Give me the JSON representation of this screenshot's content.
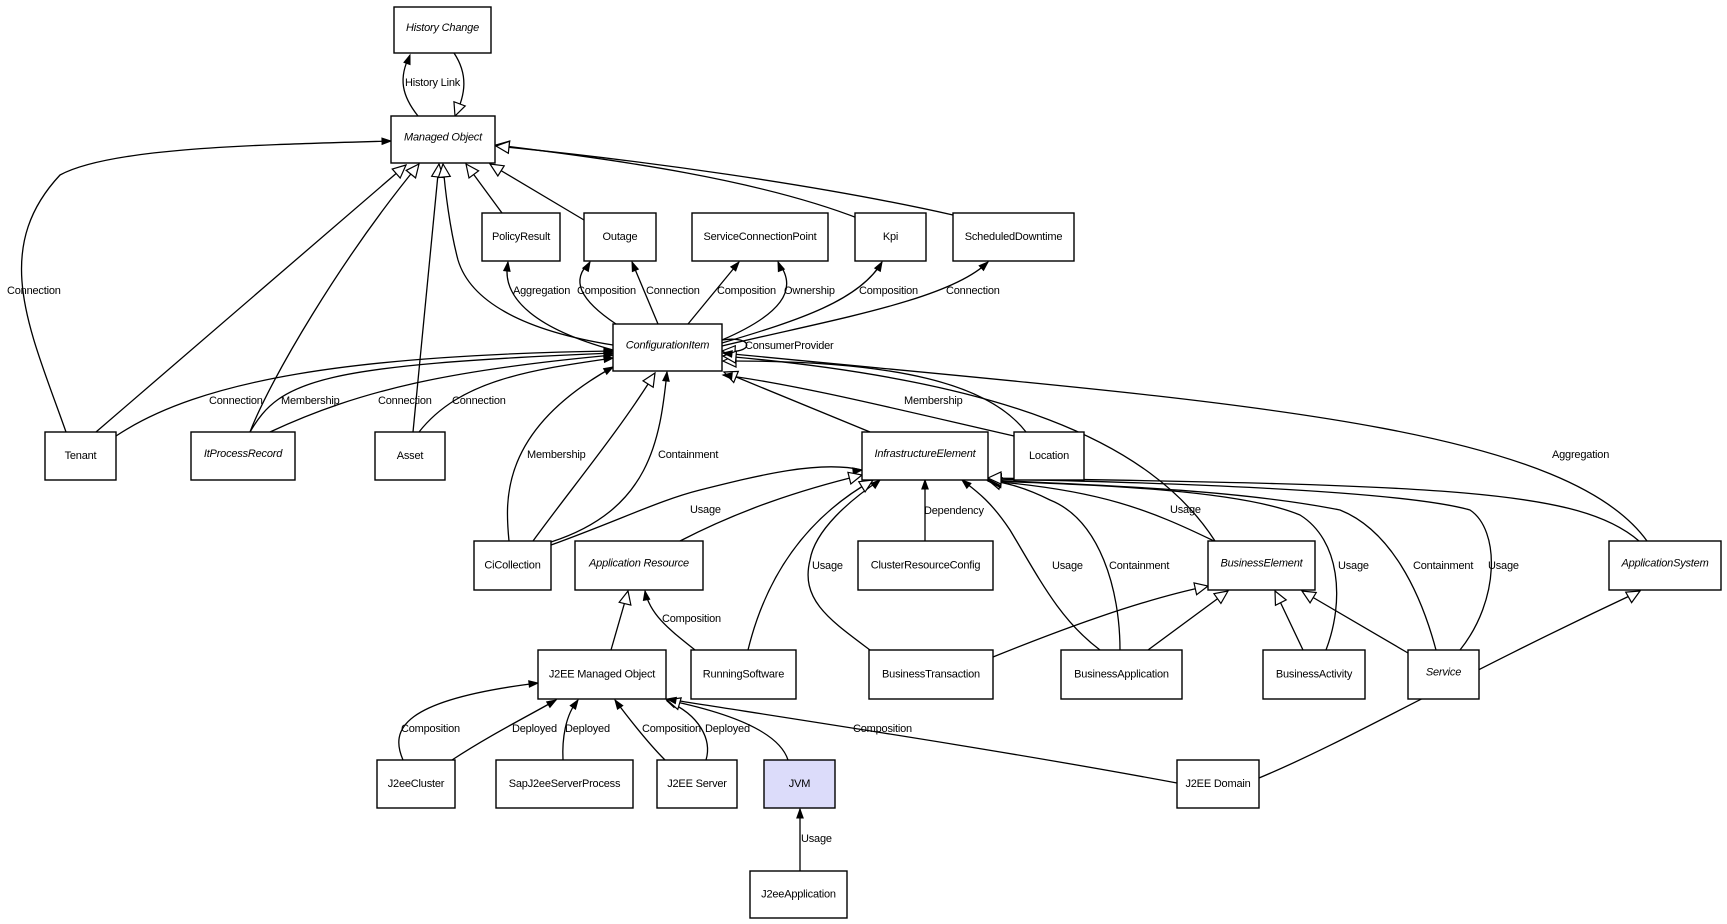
{
  "diagram": {
    "type": "UML class relationship diagram",
    "nodes": [
      {
        "id": "history_change",
        "label": "History Change",
        "abstract": true
      },
      {
        "id": "managed_object",
        "label": "Managed Object",
        "abstract": true
      },
      {
        "id": "policy_result",
        "label": "PolicyResult",
        "abstract": false
      },
      {
        "id": "outage",
        "label": "Outage",
        "abstract": false
      },
      {
        "id": "service_connection_point",
        "label": "ServiceConnectionPoint",
        "abstract": false
      },
      {
        "id": "kpi",
        "label": "Kpi",
        "abstract": false
      },
      {
        "id": "scheduled_downtime",
        "label": "ScheduledDowntime",
        "abstract": false
      },
      {
        "id": "configuration_item",
        "label": "ConfigurationItem",
        "abstract": true
      },
      {
        "id": "tenant",
        "label": "Tenant",
        "abstract": false
      },
      {
        "id": "it_process_record",
        "label": "ItProcessRecord",
        "abstract": true
      },
      {
        "id": "asset",
        "label": "Asset",
        "abstract": false
      },
      {
        "id": "infrastructure_element",
        "label": "InfrastructureElement",
        "abstract": true
      },
      {
        "id": "location",
        "label": "Location",
        "abstract": false
      },
      {
        "id": "ci_collection",
        "label": "CiCollection",
        "abstract": false
      },
      {
        "id": "application_resource",
        "label": "Application Resource",
        "abstract": true
      },
      {
        "id": "cluster_resource_config",
        "label": "ClusterResourceConfig",
        "abstract": false
      },
      {
        "id": "business_element",
        "label": "BusinessElement",
        "abstract": true
      },
      {
        "id": "application_system",
        "label": "ApplicationSystem",
        "abstract": true
      },
      {
        "id": "j2ee_managed_object",
        "label": "J2EE Managed Object",
        "abstract": false
      },
      {
        "id": "running_software",
        "label": "RunningSoftware",
        "abstract": false
      },
      {
        "id": "business_transaction",
        "label": "BusinessTransaction",
        "abstract": false
      },
      {
        "id": "business_application",
        "label": "BusinessApplication",
        "abstract": false
      },
      {
        "id": "business_activity",
        "label": "BusinessActivity",
        "abstract": false
      },
      {
        "id": "service",
        "label": "Service",
        "abstract": true
      },
      {
        "id": "j2ee_cluster",
        "label": "J2eeCluster",
        "abstract": false
      },
      {
        "id": "sap_j2ee_server_process",
        "label": "SapJ2eeServerProcess",
        "abstract": false
      },
      {
        "id": "j2ee_server",
        "label": "J2EE Server",
        "abstract": false
      },
      {
        "id": "jvm",
        "label": "JVM",
        "abstract": false,
        "highlighted": true
      },
      {
        "id": "j2ee_domain",
        "label": "J2EE Domain",
        "abstract": false
      },
      {
        "id": "j2ee_application",
        "label": "J2eeApplication",
        "abstract": false
      }
    ],
    "edges": [
      {
        "id": "e1",
        "from": "managed_object",
        "to": "history_change",
        "kind": "association",
        "label": "History Link"
      },
      {
        "id": "e2",
        "from": "history_change",
        "to": "managed_object",
        "kind": "generalization",
        "label": ""
      },
      {
        "id": "e3",
        "from": "tenant",
        "to": "managed_object",
        "kind": "association",
        "label": "Connection"
      },
      {
        "id": "e4",
        "from": "tenant",
        "to": "managed_object",
        "kind": "generalization",
        "label": ""
      },
      {
        "id": "e5",
        "from": "it_process_record",
        "to": "managed_object",
        "kind": "generalization",
        "label": ""
      },
      {
        "id": "e6",
        "from": "asset",
        "to": "managed_object",
        "kind": "generalization",
        "label": ""
      },
      {
        "id": "e7",
        "from": "configuration_item",
        "to": "managed_object",
        "kind": "generalization",
        "label": ""
      },
      {
        "id": "e8",
        "from": "policy_result",
        "to": "managed_object",
        "kind": "generalization",
        "label": ""
      },
      {
        "id": "e9",
        "from": "outage",
        "to": "managed_object",
        "kind": "generalization",
        "label": ""
      },
      {
        "id": "e10",
        "from": "kpi",
        "to": "managed_object",
        "kind": "generalization",
        "label": ""
      },
      {
        "id": "e11",
        "from": "scheduled_downtime",
        "to": "managed_object",
        "kind": "generalization",
        "label": ""
      },
      {
        "id": "e12",
        "from": "configuration_item",
        "to": "policy_result",
        "kind": "association",
        "label": "Aggregation"
      },
      {
        "id": "e13",
        "from": "configuration_item",
        "to": "outage",
        "kind": "association",
        "label": "Composition"
      },
      {
        "id": "e14",
        "from": "configuration_item",
        "to": "outage",
        "kind": "association",
        "label": "Connection"
      },
      {
        "id": "e15",
        "from": "configuration_item",
        "to": "service_connection_point",
        "kind": "association",
        "label": "Composition"
      },
      {
        "id": "e16",
        "from": "configuration_item",
        "to": "service_connection_point",
        "kind": "association",
        "label": "Ownership"
      },
      {
        "id": "e17",
        "from": "configuration_item",
        "to": "kpi",
        "kind": "association",
        "label": "Composition"
      },
      {
        "id": "e18",
        "from": "configuration_item",
        "to": "scheduled_downtime",
        "kind": "association",
        "label": "Connection"
      },
      {
        "id": "e19",
        "from": "configuration_item",
        "to": "configuration_item",
        "kind": "generalization",
        "label": "ConsumerProvider"
      },
      {
        "id": "e20",
        "from": "tenant",
        "to": "configuration_item",
        "kind": "association",
        "label": "Connection"
      },
      {
        "id": "e21",
        "from": "it_process_record",
        "to": "configuration_item",
        "kind": "association",
        "label": "Membership"
      },
      {
        "id": "e22",
        "from": "it_process_record",
        "to": "configuration_item",
        "kind": "association",
        "label": "Connection"
      },
      {
        "id": "e23",
        "from": "asset",
        "to": "configuration_item",
        "kind": "association",
        "label": "Connection"
      },
      {
        "id": "e24",
        "from": "ci_collection",
        "to": "configuration_item",
        "kind": "association",
        "label": "Membership"
      },
      {
        "id": "e25",
        "from": "ci_collection",
        "to": "configuration_item",
        "kind": "generalization",
        "label": ""
      },
      {
        "id": "e26",
        "from": "ci_collection",
        "to": "configuration_item",
        "kind": "association",
        "label": "Containment"
      },
      {
        "id": "e27",
        "from": "infrastructure_element",
        "to": "configuration_item",
        "kind": "generalization",
        "label": ""
      },
      {
        "id": "e28",
        "from": "location",
        "to": "configuration_item",
        "kind": "association",
        "label": "Membership"
      },
      {
        "id": "e29",
        "from": "location",
        "to": "configuration_item",
        "kind": "generalization",
        "label": ""
      },
      {
        "id": "e30",
        "from": "business_element",
        "to": "configuration_item",
        "kind": "generalization",
        "label": ""
      },
      {
        "id": "e31",
        "from": "application_system",
        "to": "configuration_item",
        "kind": "association",
        "label": "Aggregation"
      },
      {
        "id": "e32",
        "from": "ci_collection",
        "to": "infrastructure_element",
        "kind": "association",
        "label": "Usage"
      },
      {
        "id": "e33",
        "from": "application_resource",
        "to": "infrastructure_element",
        "kind": "generalization",
        "label": ""
      },
      {
        "id": "e34",
        "from": "running_software",
        "to": "infrastructure_element",
        "kind": "generalization",
        "label": ""
      },
      {
        "id": "e35",
        "from": "business_transaction",
        "to": "infrastructure_element",
        "kind": "association",
        "label": "Usage"
      },
      {
        "id": "e36",
        "from": "cluster_resource_config",
        "to": "infrastructure_element",
        "kind": "association",
        "label": "Dependency"
      },
      {
        "id": "e37",
        "from": "business_application",
        "to": "infrastructure_element",
        "kind": "association",
        "label": "Usage"
      },
      {
        "id": "e38",
        "from": "business_application",
        "to": "infrastructure_element",
        "kind": "generalization",
        "label": "Containment"
      },
      {
        "id": "e39",
        "from": "business_element",
        "to": "infrastructure_element",
        "kind": "association",
        "label": "Usage"
      },
      {
        "id": "e40",
        "from": "business_activity",
        "to": "infrastructure_element",
        "kind": "generalization",
        "label": "Usage"
      },
      {
        "id": "e41",
        "from": "service",
        "to": "infrastructure_element",
        "kind": "generalization",
        "label": "Containment"
      },
      {
        "id": "e42",
        "from": "service",
        "to": "infrastructure_element",
        "kind": "generalization",
        "label": "Usage"
      },
      {
        "id": "e43",
        "from": "application_system",
        "to": "infrastructure_element",
        "kind": "generalization",
        "label": ""
      },
      {
        "id": "e44",
        "from": "business_transaction",
        "to": "business_element",
        "kind": "generalization",
        "label": ""
      },
      {
        "id": "e45",
        "from": "business_application",
        "to": "business_element",
        "kind": "generalization",
        "label": ""
      },
      {
        "id": "e46",
        "from": "business_activity",
        "to": "business_element",
        "kind": "generalization",
        "label": ""
      },
      {
        "id": "e47",
        "from": "service",
        "to": "business_element",
        "kind": "generalization",
        "label": ""
      },
      {
        "id": "e48",
        "from": "j2ee_domain",
        "to": "application_system",
        "kind": "generalization",
        "label": ""
      },
      {
        "id": "e49",
        "from": "j2ee_managed_object",
        "to": "application_resource",
        "kind": "generalization",
        "label": ""
      },
      {
        "id": "e50",
        "from": "running_software",
        "to": "application_resource",
        "kind": "association",
        "label": "Composition"
      },
      {
        "id": "e51",
        "from": "j2ee_cluster",
        "to": "j2ee_managed_object",
        "kind": "association",
        "label": "Composition"
      },
      {
        "id": "e52",
        "from": "j2ee_cluster",
        "to": "j2ee_managed_object",
        "kind": "association",
        "label": "Deployed"
      },
      {
        "id": "e53",
        "from": "sap_j2ee_server_process",
        "to": "j2ee_managed_object",
        "kind": "association",
        "label": "Deployed"
      },
      {
        "id": "e54",
        "from": "j2ee_server",
        "to": "j2ee_managed_object",
        "kind": "association",
        "label": "Composition"
      },
      {
        "id": "e55",
        "from": "j2ee_server",
        "to": "j2ee_managed_object",
        "kind": "association",
        "label": "Deployed"
      },
      {
        "id": "e56",
        "from": "jvm",
        "to": "j2ee_managed_object",
        "kind": "generalization",
        "label": ""
      },
      {
        "id": "e57",
        "from": "j2ee_domain",
        "to": "j2ee_managed_object",
        "kind": "association",
        "label": "Composition"
      },
      {
        "id": "e58",
        "from": "j2ee_application",
        "to": "jvm",
        "kind": "association",
        "label": "Usage"
      }
    ],
    "colors": {
      "highlight_fill": "#dcdcfa",
      "stroke": "#000000",
      "background": "#ffffff"
    }
  }
}
